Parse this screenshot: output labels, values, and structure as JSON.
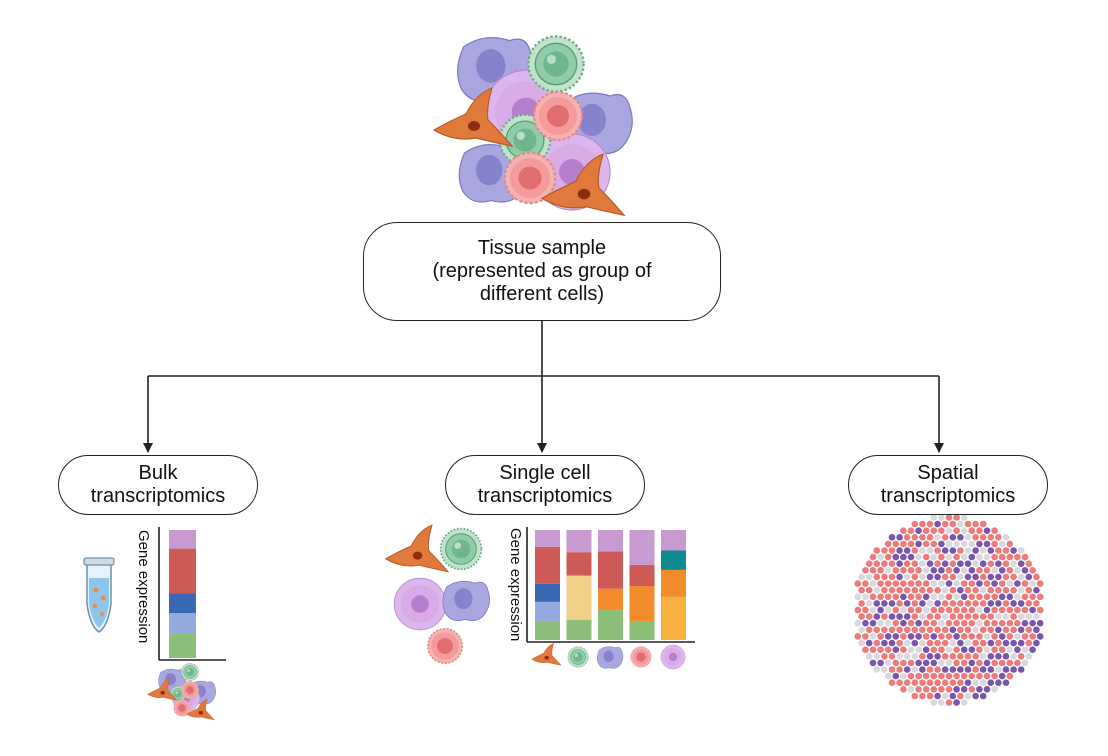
{
  "root": {
    "line1": "Tissue sample",
    "line2": "(represented as group of",
    "line3": "different cells)"
  },
  "bulk": {
    "line1": "Bulk",
    "line2": "transcriptomics",
    "axis_label": "Gene expression"
  },
  "single_cell": {
    "line1": "Single cell",
    "line2": "transcriptomics",
    "axis_label": "Gene expression"
  },
  "spatial": {
    "line1": "Spatial",
    "line2": "transcriptomics"
  },
  "colors": {
    "fibroblast": "#e07a3c",
    "tcell": "#8fcca8",
    "macrophage": "#a9a6e0",
    "pink_cell": "#f39a9a",
    "large_cell": "#d7a8e6",
    "stack_purple": "#c99ad1",
    "stack_red": "#cd5a55",
    "stack_blue": "#3b68b5",
    "stack_lightblue": "#94a9dd",
    "stack_green": "#8cc07a",
    "stack_yellow": "#f2cf86",
    "stack_orange": "#f28c2a",
    "stack_teal": "#0e8b8f",
    "stack_gold": "#f8b040",
    "spot_salmon": "#ee7a7a",
    "spot_violet": "#7a55ad",
    "spot_grey": "#d8d8de"
  },
  "bulk_stack": [
    {
      "color": "#8cc07a",
      "value": 0.22
    },
    {
      "color": "#94a9dd",
      "value": 0.19
    },
    {
      "color": "#3b68b5",
      "value": 0.18
    },
    {
      "color": "#cd5a55",
      "value": 0.41
    },
    {
      "color": "#c99ad1",
      "value": 0.17
    }
  ],
  "single_cell_stacks": [
    [
      {
        "color": "#8cc07a",
        "value": 0.17
      },
      {
        "color": "#94a9dd",
        "value": 0.17
      },
      {
        "color": "#3b68b5",
        "value": 0.16
      },
      {
        "color": "#cd5a55",
        "value": 0.33
      },
      {
        "color": "#c99ad1",
        "value": 0.15
      }
    ],
    [
      {
        "color": "#8cc07a",
        "value": 0.18
      },
      {
        "color": "#f2cf86",
        "value": 0.4
      },
      {
        "color": "#cd5a55",
        "value": 0.21
      },
      {
        "color": "#c99ad1",
        "value": 0.2
      }
    ],
    [
      {
        "color": "#8cc07a",
        "value": 0.28
      },
      {
        "color": "#f28c2a",
        "value": 0.2
      },
      {
        "color": "#cd5a55",
        "value": 0.35
      },
      {
        "color": "#c99ad1",
        "value": 0.2
      }
    ],
    [
      {
        "color": "#8cc07a",
        "value": 0.18
      },
      {
        "color": "#f28c2a",
        "value": 0.33
      },
      {
        "color": "#cd5a55",
        "value": 0.2
      },
      {
        "color": "#c99ad1",
        "value": 0.33
      }
    ],
    [
      {
        "color": "#f8b040",
        "value": 0.4
      },
      {
        "color": "#f28c2a",
        "value": 0.25
      },
      {
        "color": "#0e8b8f",
        "value": 0.18
      },
      {
        "color": "#c99ad1",
        "value": 0.19
      }
    ]
  ],
  "single_cell_categories": [
    "fibroblast",
    "t-cell",
    "macrophage",
    "pink-cell",
    "large-cell"
  ]
}
